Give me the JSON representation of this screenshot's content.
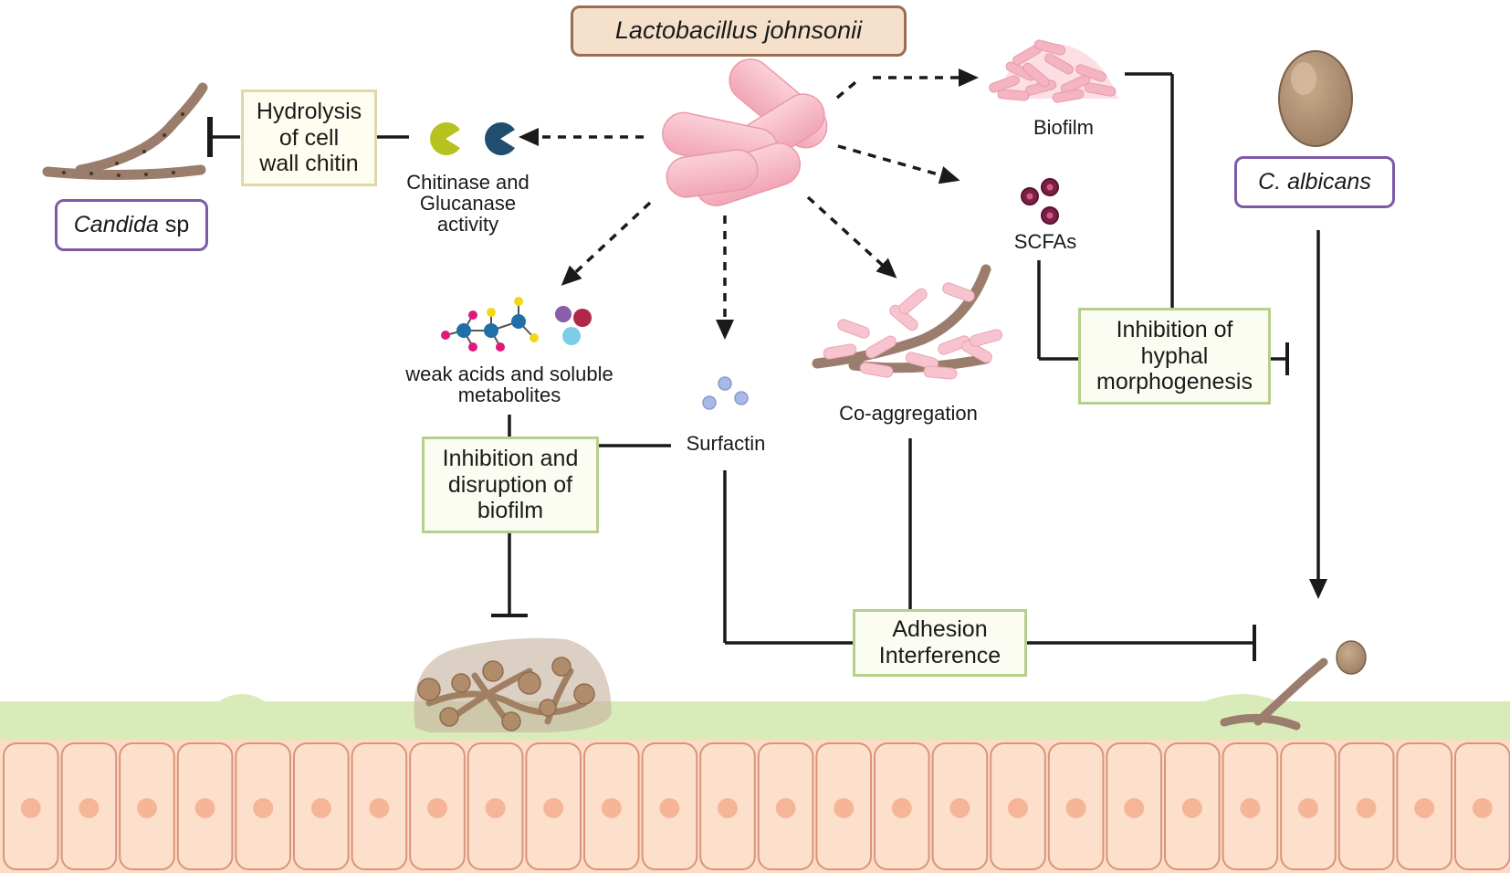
{
  "title": "Lactobacillus johnsonii",
  "organisms": {
    "candida_sp": {
      "italic": "Candida",
      "plain": " sp"
    },
    "c_albicans": "C. albicans"
  },
  "boxes": {
    "hydrolysis": [
      "Hydrolysis",
      "of cell",
      "wall chitin"
    ],
    "biofilm_inhibition": [
      "Inhibition and",
      "disruption of",
      "biofilm"
    ],
    "hyphal_inhibition": [
      "Inhibition of",
      "hyphal",
      "morphogenesis"
    ],
    "adhesion": [
      "Adhesion",
      "Interference"
    ]
  },
  "labels": {
    "enzymes": [
      "Chitinase and",
      "Glucanase",
      "activity"
    ],
    "biofilm": "Biofilm",
    "scfas": "SCFAs",
    "weak_acids": [
      "weak acids and soluble",
      "metabolites"
    ],
    "surfactin": "Surfactin",
    "coaggregation": "Co-aggregation"
  },
  "colors": {
    "lacto_pink": "#f5b6c3",
    "fungus_brown": "#9a7d6d",
    "candida_cell": "#b08c6a",
    "tissue_green": "#d8ebb8",
    "epithelium": "#fcdcc6",
    "nucleus": "#f6b597",
    "purple_border": "#7d5aa5",
    "green_border": "#b6cf8c"
  }
}
